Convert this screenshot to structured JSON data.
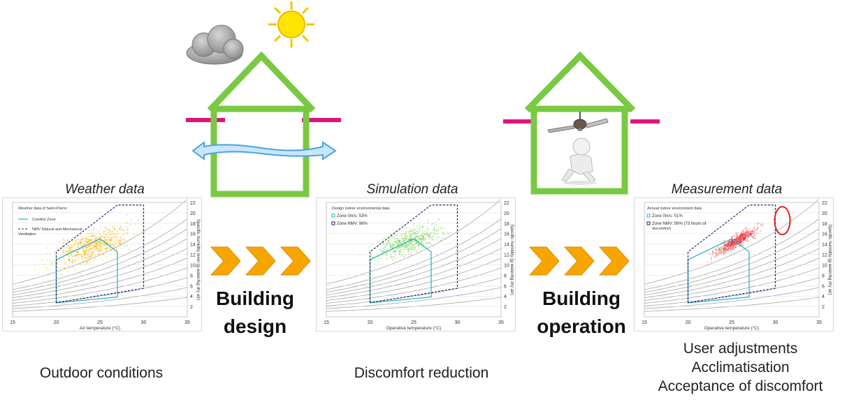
{
  "panels": [
    {
      "title": "Weather data",
      "caption": [
        "Outdoor conditions"
      ],
      "chart": {
        "legend_title": "Weather data of Saint-Pierre",
        "legend": [
          "Comfort Zone",
          "NMV Natural and Mechanical",
          "Ventilation"
        ],
        "xlabel": "Air temperature (°C)",
        "ylabel": "Specific humidity level (g water/kg dry air)",
        "x_ticks": [
          "15",
          "20",
          "25",
          "30",
          "35"
        ],
        "y_ticks": [
          "22",
          "20",
          "18",
          "16",
          "14",
          "12",
          "10",
          "8",
          "6",
          "4",
          "2"
        ],
        "dot_color": "#f5b400"
      }
    },
    {
      "title": "Simulation data",
      "caption": [
        "Discomfort reduction"
      ],
      "chart": {
        "legend_title": "Design indoor environmental data",
        "legend": [
          "Zone 0m/s: 53%",
          "Zone NMV: 98%"
        ],
        "xlabel": "Operative temperature (°C)",
        "ylabel": "Specific humidity (g water/kg dry air)",
        "x_ticks": [
          "15",
          "20",
          "25",
          "30",
          "35"
        ],
        "y_ticks": [
          "22",
          "20",
          "18",
          "16",
          "14",
          "12",
          "10",
          "8",
          "6",
          "4",
          "2"
        ],
        "dot_color": "#6fcf3a"
      }
    },
    {
      "title": "Measurement data",
      "caption": [
        "User adjustments",
        "Acclimatisation",
        "Acceptance of discomfort"
      ],
      "chart": {
        "legend_title": "Annual indoor environment data",
        "legend": [
          "Zone 0m/s: 51%",
          "Zone NMV: 99% (73 hours of",
          "discomfort)"
        ],
        "xlabel": "Operative temperature (°C)",
        "ylabel": "Specific humidity (g water/kg dry air)",
        "x_ticks": [
          "15",
          "20",
          "25",
          "30",
          "35"
        ],
        "y_ticks": [
          "22",
          "20",
          "18",
          "16",
          "14",
          "12",
          "10",
          "8",
          "6",
          "4",
          "2"
        ],
        "dot_color": "#e8262f"
      }
    }
  ],
  "stages": [
    {
      "line1": "Building",
      "line2": "design"
    },
    {
      "line1": "Building",
      "line2": "operation"
    }
  ],
  "colors": {
    "house": "#7ac943",
    "wall": "#e0137d",
    "arrow": "#f7a600",
    "comfort_zone": "#2fb7c9",
    "nmv_zone": "#1f2a6b",
    "highlight": "#e02020"
  },
  "icons": [
    "cloud-icon",
    "sun-icon",
    "air-flow-arrow-icon",
    "ceiling-fan-icon",
    "seated-person-icon",
    "chevron-arrow-icon"
  ]
}
